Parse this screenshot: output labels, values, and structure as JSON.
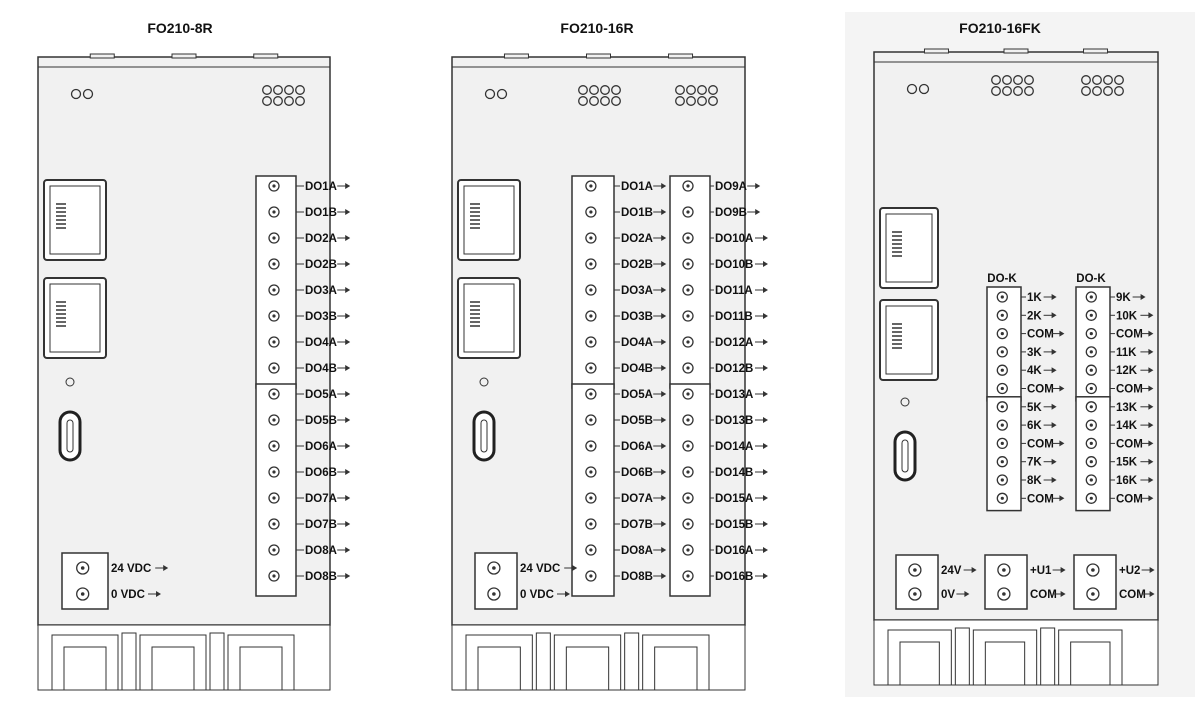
{
  "devices": [
    {
      "title": "FO210-8R",
      "columns": [
        {
          "labels": [
            "DO1A",
            "DO1B",
            "DO2A",
            "DO2B",
            "DO3A",
            "DO3B",
            "DO4A",
            "DO4B",
            "DO5A",
            "DO5B",
            "DO6A",
            "DO6B",
            "DO7A",
            "DO7B",
            "DO8A",
            "DO8B"
          ]
        }
      ],
      "power": [
        "24 VDC",
        "0 VDC"
      ]
    },
    {
      "title": "FO210-16R",
      "columns": [
        {
          "labels": [
            "DO1A",
            "DO1B",
            "DO2A",
            "DO2B",
            "DO3A",
            "DO3B",
            "DO4A",
            "DO4B",
            "DO5A",
            "DO5B",
            "DO6A",
            "DO6B",
            "DO7A",
            "DO7B",
            "DO8A",
            "DO8B"
          ]
        },
        {
          "labels": [
            "DO9A",
            "DO9B",
            "DO10A",
            "DO10B",
            "DO11A",
            "DO11B",
            "DO12A",
            "DO12B",
            "DO13A",
            "DO13B",
            "DO14A",
            "DO14B",
            "DO15A",
            "DO15B",
            "DO16A",
            "DO16B"
          ]
        }
      ],
      "power": [
        "24 VDC",
        "0 VDC"
      ]
    },
    {
      "title": "FO210-16FK",
      "columns": [
        {
          "header": "DO-K",
          "labels": [
            "1K",
            "2K",
            "COM",
            "3K",
            "4K",
            "COM",
            "5K",
            "6K",
            "COM",
            "7K",
            "8K",
            "COM"
          ]
        },
        {
          "header": "DO-K",
          "labels": [
            "9K",
            "10K",
            "COM",
            "11K",
            "12K",
            "COM",
            "13K",
            "14K",
            "COM",
            "15K",
            "16K",
            "COM"
          ]
        }
      ],
      "power_blocks": [
        [
          "24V",
          "0V"
        ],
        [
          "+U1",
          "COM"
        ],
        [
          "+U2",
          "COM"
        ]
      ]
    }
  ],
  "colors": {
    "body": "#f1f1f1",
    "outline": "#333333",
    "panel": "#f4f4f4"
  }
}
